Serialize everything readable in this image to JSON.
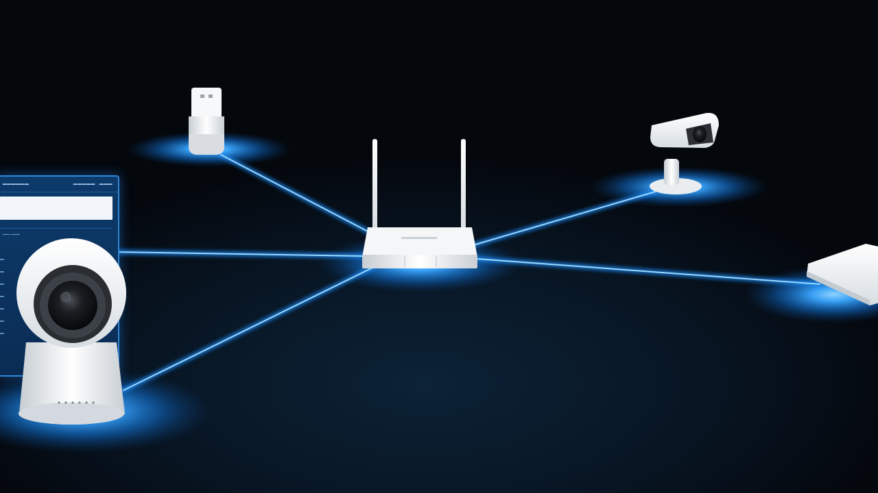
{
  "scene": {
    "subject": "wifi network devices connected to a central router",
    "colors": {
      "background": "#04070c",
      "glow": "#1e8fff",
      "link": "#5fc2ff",
      "device": "#eef1f3"
    }
  },
  "devices": [
    {
      "name": "router",
      "icon": "router-icon"
    },
    {
      "name": "usb-wifi-adapter",
      "icon": "usb-adapter-icon"
    },
    {
      "name": "security-camera",
      "icon": "bullet-camera-icon"
    },
    {
      "name": "pan-tilt-camera",
      "icon": "dome-camera-icon"
    },
    {
      "name": "extender",
      "icon": "extender-icon"
    },
    {
      "name": "app-screen",
      "icon": "tablet-icon"
    }
  ]
}
